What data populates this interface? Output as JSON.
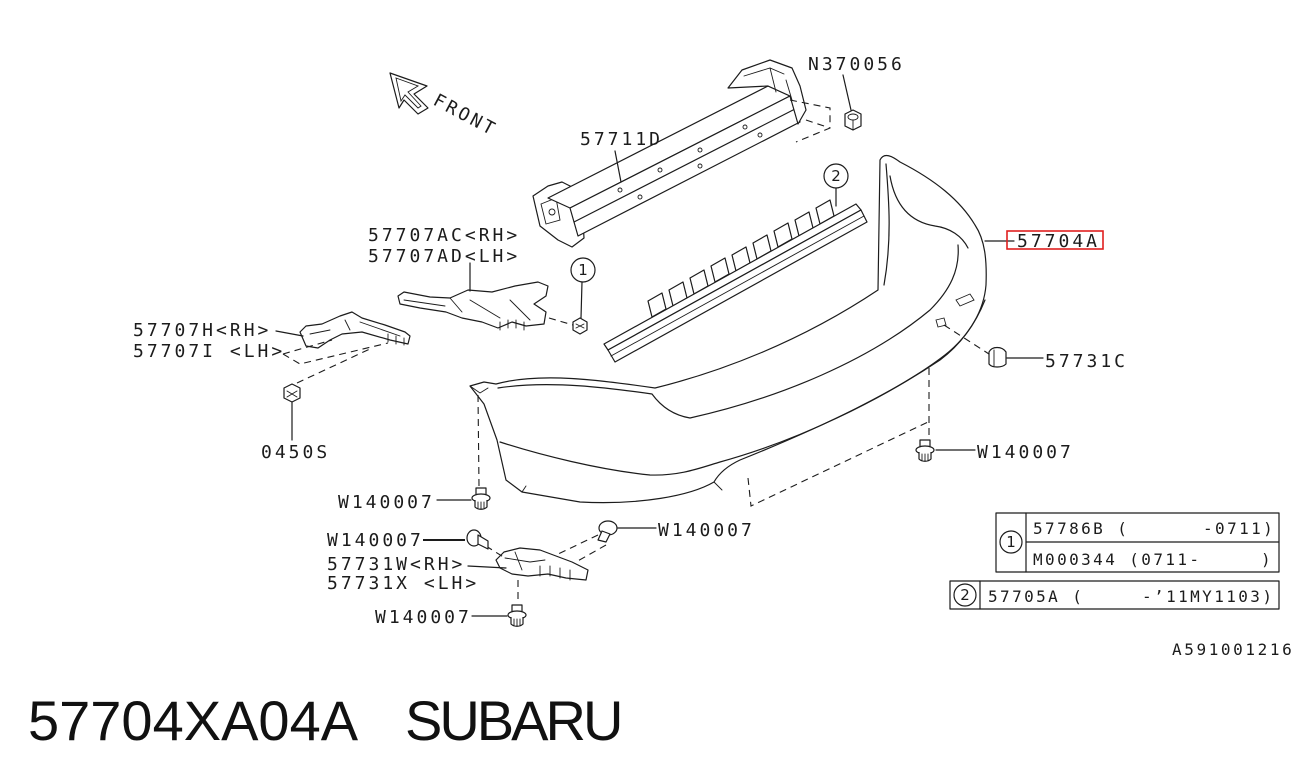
{
  "header": {
    "part_number": "57704XA04A",
    "brand": "SUBARU"
  },
  "diagram": {
    "illustration_code": "A591001216",
    "front_label": "FRONT",
    "callouts": {
      "one": "1",
      "two": "2"
    },
    "part_labels": {
      "nut": "N370056",
      "reinforcement": "57711D",
      "upper_bracket_rh": "57707AC<RH>",
      "upper_bracket_lh": "57707AD<LH>",
      "side_bracket_rh": "57707H<RH>",
      "side_bracket_lh": "57707I <LH>",
      "screw": "0450S",
      "bumper_face": "57704A",
      "clip": "57731C",
      "clip_right": "W140007",
      "clip_left": "W140007",
      "clip_lower_left": "W140007",
      "clip_lower_right": "W140007",
      "clip_bottom": "W140007",
      "lower_bracket_rh": "57731W<RH>",
      "lower_bracket_lh": "57731X <LH>"
    }
  },
  "legend": {
    "table_1": {
      "callout": "1",
      "rows": [
        {
          "part": "57786B (",
          "range": "-0711)"
        },
        {
          "part": "M000344 (0711-",
          "range": ")"
        }
      ]
    },
    "table_2": {
      "callout": "2",
      "rows": [
        {
          "part": "57705A (",
          "range": "-’11MY1103)"
        }
      ]
    }
  },
  "colors": {
    "line": "#1c1c1c",
    "highlight": "#e02020",
    "background": "#ffffff"
  }
}
